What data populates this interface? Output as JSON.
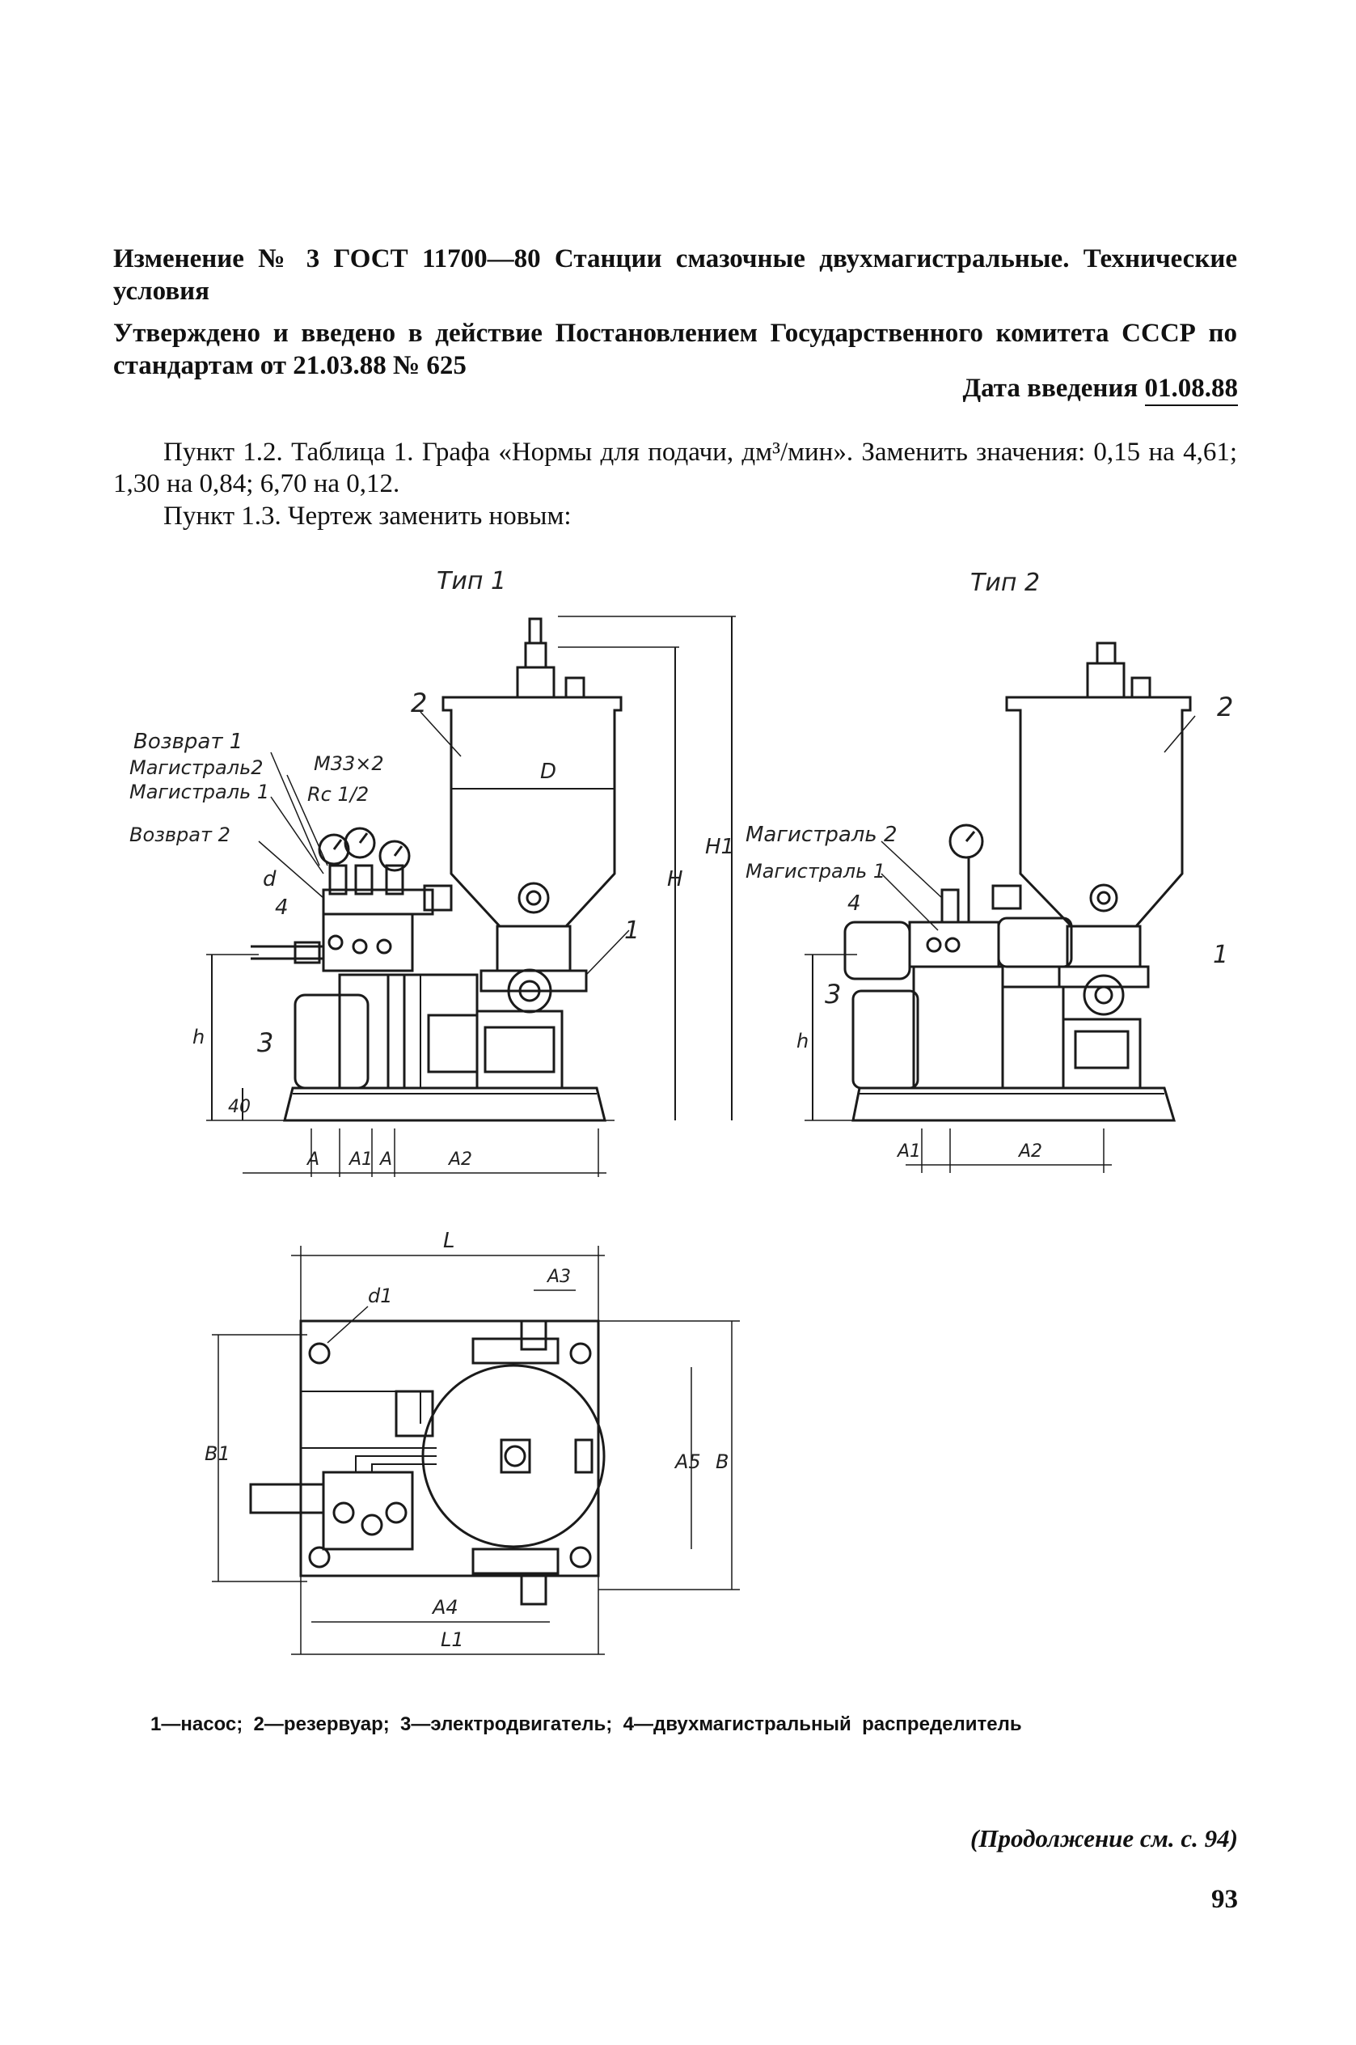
{
  "header": {
    "title": "Изменение № 3 ГОСТ 11700—80 Станции смазочные двухмагистральные. Технические условия",
    "approval": "Утверждено и введено в действие Постановлением Государственного комитета СССР по стандартам от 21.03.88 № 625",
    "date_label": "Дата введения",
    "date_value": "01.08.88"
  },
  "body": {
    "para1": "Пункт 1.2. Таблица 1. Графа «Нормы для подачи, дм³/мин». Заменить значения: 0,15 на 4,61; 1,30 на 0,84; 6,70 на 0,12.",
    "para2": "Пункт 1.3. Чертеж заменить новым:"
  },
  "drawing": {
    "type1_title": "Тип 1",
    "type2_title": "Тип 2",
    "labels": {
      "return1": "Возврат 1",
      "main2": "Магистраль2",
      "main1": "Магистраль 1",
      "return2": "Возврат 2",
      "thread": "M33×2",
      "rc": "Rc 1/2",
      "d": "d",
      "D": "D",
      "H": "H",
      "H1": "H1",
      "h": "h",
      "n40": "40",
      "A": "A",
      "A1": "A1",
      "A2": "A2",
      "n1": "1",
      "n2": "2",
      "n3": "3",
      "n4": "4",
      "t2_main2": "Магистраль 2",
      "t2_main1": "Магистраль 1",
      "L": "L",
      "L1": "L1",
      "A3": "A3",
      "A4": "A4",
      "A5": "A5",
      "B": "B",
      "B1": "B1",
      "d1": "d1"
    }
  },
  "legend": "1—насос;  2—резервуар;  3—электродвигатель;  4—двухмагистральный  распределитель",
  "continuation": "(Продолжение см. с. 94)",
  "page_number": "93"
}
